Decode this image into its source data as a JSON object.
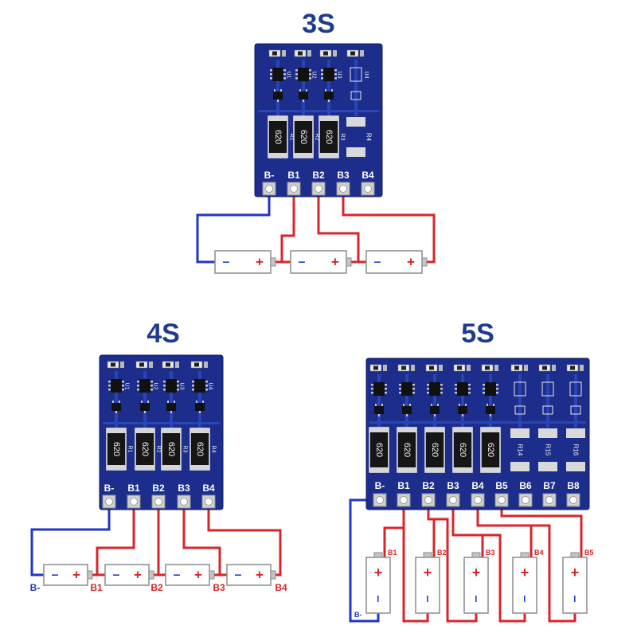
{
  "diagrams": {
    "s3": {
      "title": "3S",
      "pads": [
        "B-",
        "B1",
        "B2",
        "B3",
        "B4"
      ],
      "resistors": [
        {
          "marking": "620",
          "silk": "R1"
        },
        {
          "marking": "620",
          "silk": "R2"
        },
        {
          "marking": "620",
          "silk": "R3"
        },
        {
          "silk": "R4"
        }
      ],
      "ic_silk": [
        "U1",
        "U2",
        "U3",
        "U4"
      ]
    },
    "s4": {
      "title": "4S",
      "pads": [
        "B-",
        "B1",
        "B2",
        "B3",
        "B4"
      ],
      "resistors": [
        {
          "marking": "620",
          "silk": "R1"
        },
        {
          "marking": "620",
          "silk": "R2"
        },
        {
          "marking": "620",
          "silk": "R3"
        },
        {
          "marking": "620",
          "silk": "R4"
        }
      ],
      "ic_silk": [
        "U1",
        "U2",
        "U3",
        "U4"
      ],
      "wire_labels": [
        "B-",
        "B1",
        "B2",
        "B3",
        "B4"
      ]
    },
    "s5": {
      "title": "5S",
      "pads": [
        "B-",
        "B1",
        "B2",
        "B3",
        "B4",
        "B5",
        "B6",
        "B7",
        "B8"
      ],
      "resistors": [
        {
          "marking": "620"
        },
        {
          "marking": "620"
        },
        {
          "marking": "620"
        },
        {
          "marking": "620"
        },
        {
          "marking": "620"
        },
        {
          "silk": "R14"
        },
        {
          "silk": "R15"
        },
        {
          "silk": "R16"
        }
      ],
      "battery_labels": [
        "B1",
        "B2",
        "B3",
        "B4",
        "B5"
      ],
      "ground_label": "B-"
    }
  },
  "battery_symbols": {
    "minus": "–",
    "plus": "+"
  },
  "colors": {
    "title": "#1f3b8c",
    "pcb": "#1c2d8c",
    "positive_wire": "#d7262b",
    "negative_wire": "#2136c4"
  }
}
